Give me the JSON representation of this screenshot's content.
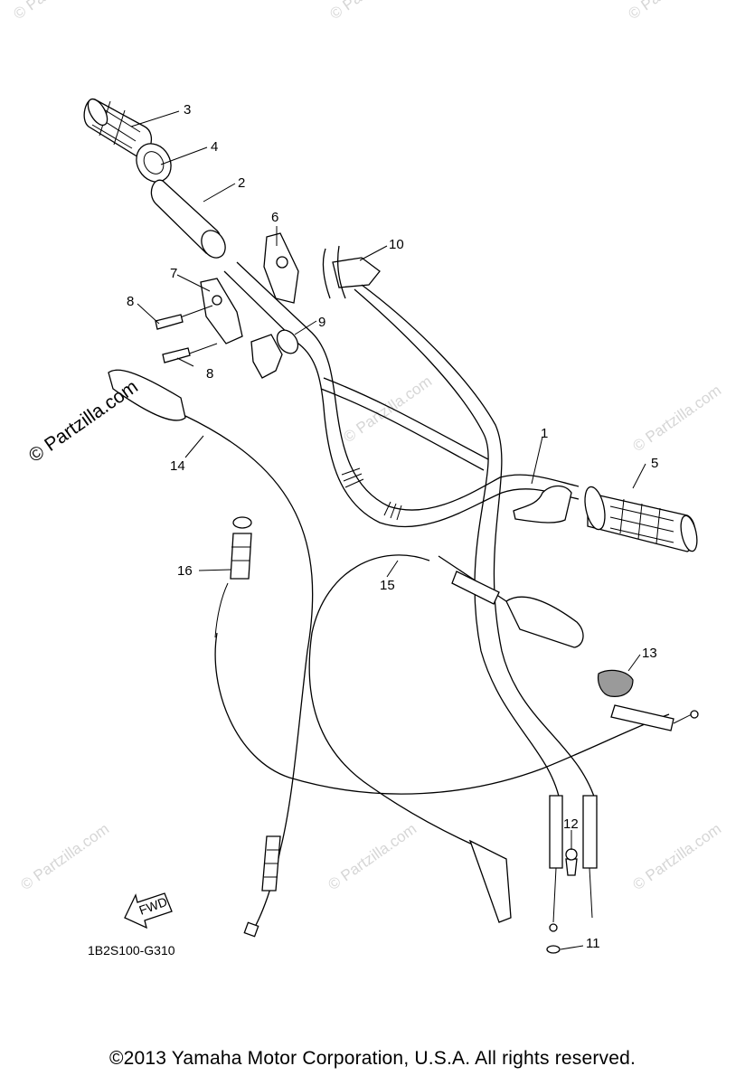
{
  "callouts": [
    {
      "id": "c1",
      "label": "1"
    },
    {
      "id": "c2",
      "label": "2"
    },
    {
      "id": "c3",
      "label": "3"
    },
    {
      "id": "c4",
      "label": "4"
    },
    {
      "id": "c5",
      "label": "5"
    },
    {
      "id": "c6",
      "label": "6"
    },
    {
      "id": "c7",
      "label": "7"
    },
    {
      "id": "c8a",
      "label": "8"
    },
    {
      "id": "c8b",
      "label": "8"
    },
    {
      "id": "c9",
      "label": "9"
    },
    {
      "id": "c10",
      "label": "10"
    },
    {
      "id": "c11",
      "label": "11"
    },
    {
      "id": "c12",
      "label": "12"
    },
    {
      "id": "c13",
      "label": "13"
    },
    {
      "id": "c14",
      "label": "14"
    },
    {
      "id": "c15",
      "label": "15"
    },
    {
      "id": "c16",
      "label": "16"
    }
  ],
  "fwd_label": "FWD",
  "diagram_code": "1B2S100-G310",
  "watermark_main": "© Partzilla.com",
  "watermark_faint": "© Partzilla.com",
  "copyright": "©2013  Yamaha Motor Corporation, U.S.A. All rights reserved."
}
